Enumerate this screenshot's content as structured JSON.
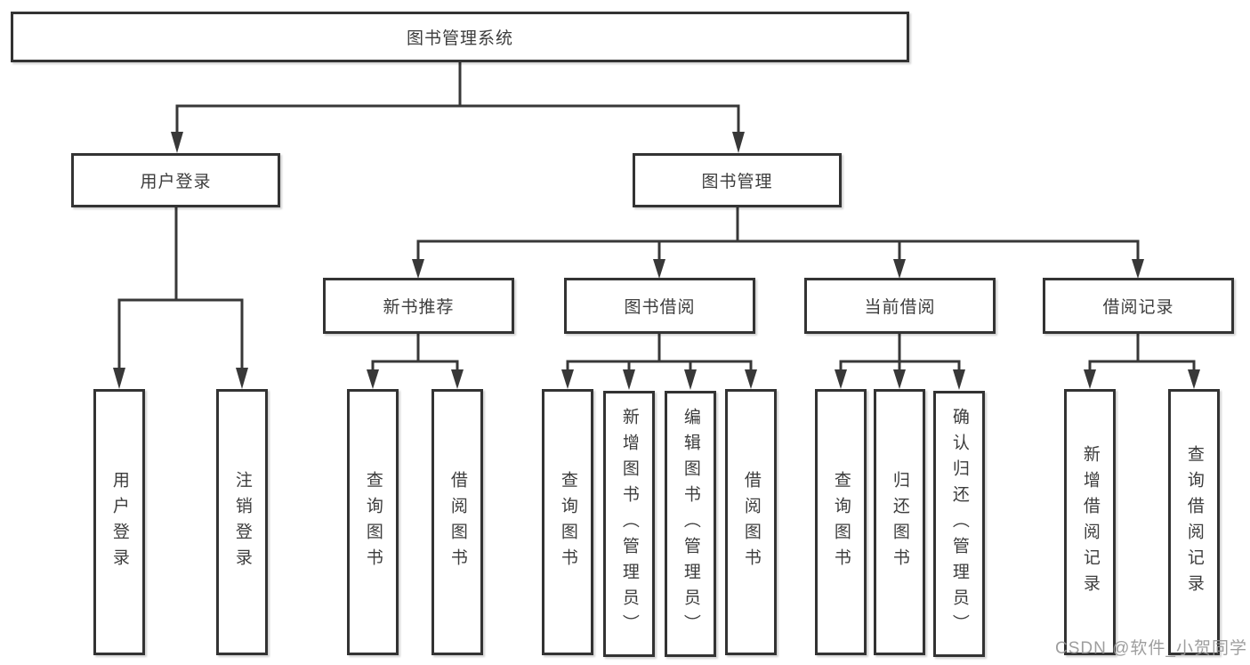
{
  "colors": {
    "line": "#383838",
    "border": "#333333",
    "text": "#3d3d3d",
    "background": "#ffffff",
    "watermark": "#969696"
  },
  "nodes": {
    "root": {
      "label": "图书管理系统"
    },
    "level1": [
      {
        "label": "用户登录"
      },
      {
        "label": "图书管理"
      }
    ],
    "level2": [
      {
        "label": "新书推荐",
        "parent": "图书管理"
      },
      {
        "label": "图书借阅",
        "parent": "图书管理"
      },
      {
        "label": "当前借阅",
        "parent": "图书管理"
      },
      {
        "label": "借阅记录",
        "parent": "图书管理"
      }
    ],
    "leaves": [
      {
        "label": "用户登录",
        "parent": "用户登录"
      },
      {
        "label": "注销登录",
        "parent": "用户登录"
      },
      {
        "label": "查询图书",
        "parent": "新书推荐"
      },
      {
        "label": "借阅图书",
        "parent": "新书推荐"
      },
      {
        "label": "查询图书",
        "parent": "图书借阅"
      },
      {
        "label": "新增图书（管理员）",
        "parent": "图书借阅"
      },
      {
        "label": "编辑图书（管理员）",
        "parent": "图书借阅"
      },
      {
        "label": "借阅图书",
        "parent": "图书借阅"
      },
      {
        "label": "查询图书",
        "parent": "当前借阅"
      },
      {
        "label": "归还图书",
        "parent": "当前借阅"
      },
      {
        "label": "确认归还（管理员）",
        "parent": "当前借阅"
      },
      {
        "label": "新增借阅记录",
        "parent": "借阅记录"
      },
      {
        "label": "查询借阅记录",
        "parent": "借阅记录"
      }
    ]
  },
  "watermark": {
    "text": "CSDN @软件_小贺同学"
  }
}
